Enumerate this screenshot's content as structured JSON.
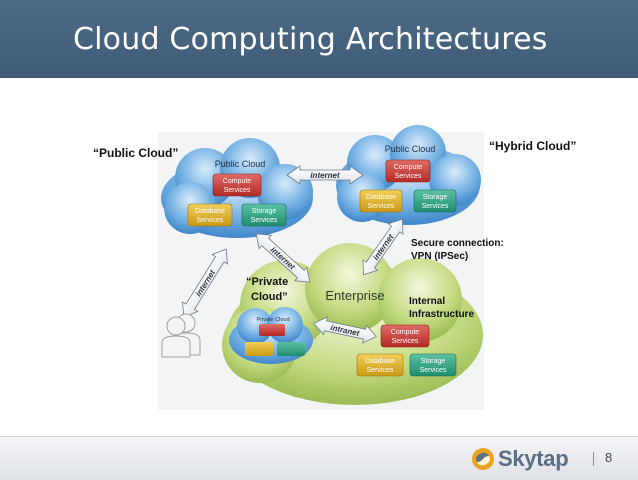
{
  "slide": {
    "title": "Cloud Computing Architectures",
    "page_number": "8",
    "logo_text": "Skytap"
  },
  "diagram": {
    "label_public_cloud": "“Public Cloud”",
    "label_hybrid_cloud": "“Hybrid Cloud”",
    "label_private_cloud_line1": "“Private",
    "label_private_cloud_line2": "Cloud”",
    "secure_line1": "Secure connection:",
    "secure_line2": "VPN (IPSec)",
    "internal_line1": "Internal",
    "internal_line2": "Infrastructure",
    "public_cloud_left": "Public Cloud",
    "public_cloud_right": "Public Cloud",
    "private_cloud_small": "Private Cloud",
    "enterprise": "Enterprise",
    "compute_line1": "Compute",
    "services": "Services",
    "database": "Database",
    "storage": "Storage",
    "internet": "internet",
    "intranet": "intranet"
  }
}
